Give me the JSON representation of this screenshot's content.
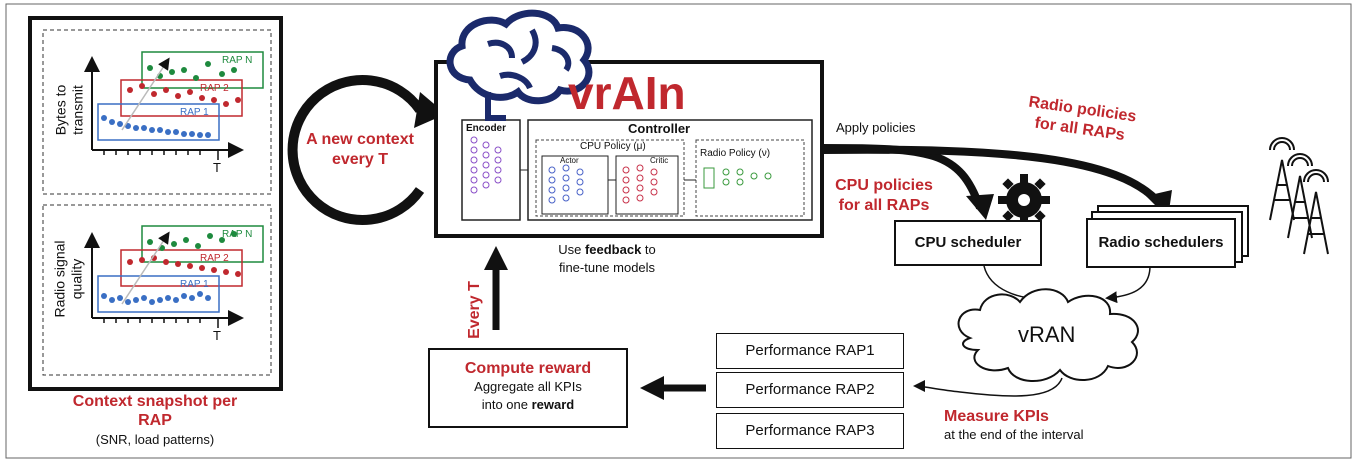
{
  "context": {
    "panel1_ylabel_line1": "Bytes to",
    "panel1_ylabel_line2": "transmit",
    "panel2_ylabel_line1": "Radio signal",
    "panel2_ylabel_line2": "quality",
    "rap_n": "RAP N",
    "rap_2": "RAP 2",
    "rap_1": "RAP 1",
    "axis_t": "T",
    "caption_line1": "Context snapshot per",
    "caption_line2": "RAP",
    "caption_sub": "(SNR, load patterns)"
  },
  "loop": {
    "line1": "A new context",
    "line2": "every T"
  },
  "vrain": {
    "title": "vrAIn",
    "encoder": "Encoder",
    "controller": "Controller",
    "cpu_policy": "CPU Policy (μ)",
    "actor": "Actor",
    "critic": "Critic",
    "radio_policy": "Radio Policy (ν)"
  },
  "feedback": {
    "prefix": "Use ",
    "bold": "feedback",
    "suffix": " to",
    "line2": "fine-tune models"
  },
  "every_t": "Every T",
  "apply_policies": "Apply policies",
  "radio_policies": {
    "line1": "Radio policies",
    "line2": "for all RAPs"
  },
  "cpu_policies": {
    "line1": "CPU policies",
    "line2": "for all RAPs"
  },
  "cpu_scheduler": "CPU scheduler",
  "radio_schedulers": "Radio schedulers",
  "vran": "vRAN",
  "performance": [
    "Performance RAP1",
    "Performance RAP2",
    "Performance RAP3"
  ],
  "reward": {
    "title": "Compute reward",
    "line1": "Aggregate all KPIs",
    "line2_prefix": "into one ",
    "line2_bold": "reward"
  },
  "measure": {
    "title": "Measure KPIs",
    "sub": "at the end of the interval"
  },
  "colors": {
    "red": "#c0282e",
    "green": "#1e8a3e",
    "blue": "#3a6fc4",
    "navy": "#1b2a6b"
  }
}
